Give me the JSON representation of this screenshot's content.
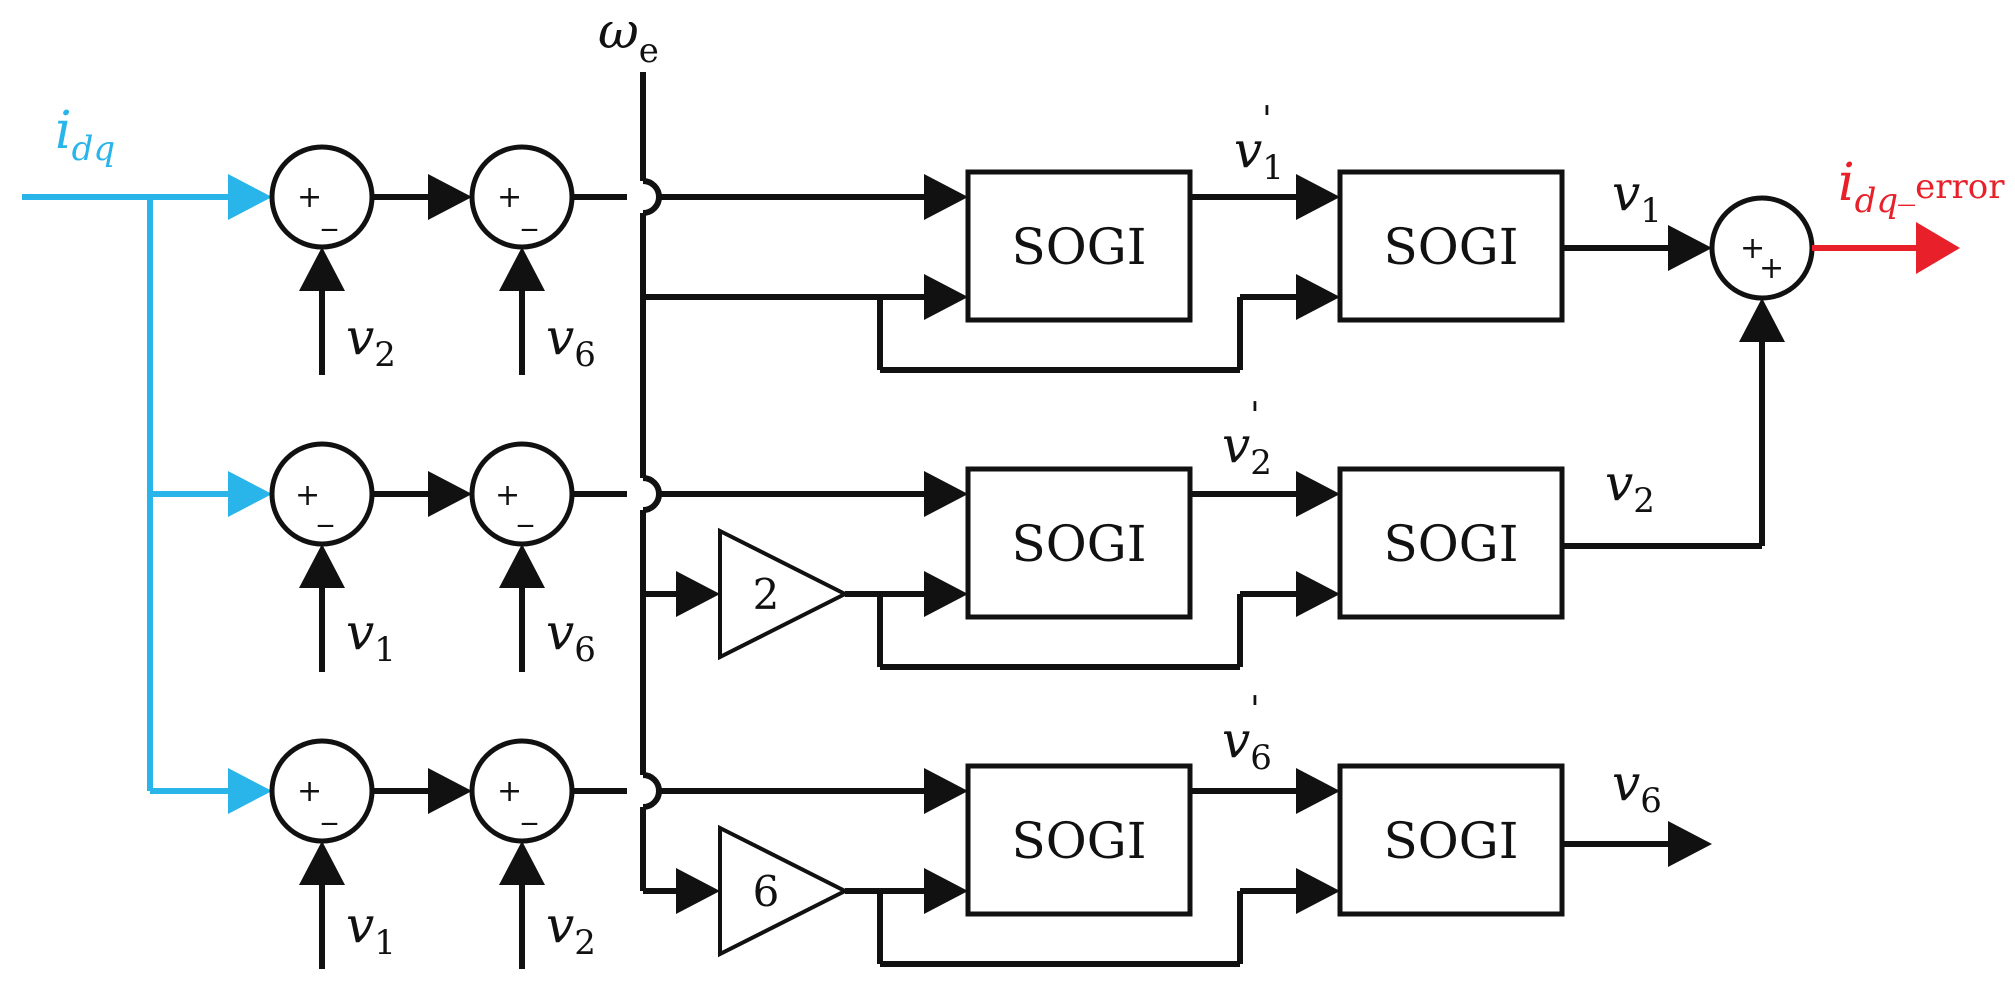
{
  "input_signal": {
    "symbol": "i",
    "subscript": "dq"
  },
  "output_signal": {
    "symbol": "i",
    "subscript": "dq",
    "suffix": "_error"
  },
  "frequency_signal": {
    "symbol": "ω",
    "subscript": "e"
  },
  "block_label": "SOGI",
  "prime_mark": "'",
  "sign_plus": "+",
  "sign_minus": "_",
  "rows": [
    {
      "sub_a": {
        "symbol": "v",
        "subscript": "2"
      },
      "sub_b": {
        "symbol": "v",
        "subscript": "6"
      },
      "intermediate": {
        "symbol": "v",
        "subscript": "1"
      },
      "output": {
        "symbol": "v",
        "subscript": "1"
      },
      "gain": ""
    },
    {
      "sub_a": {
        "symbol": "v",
        "subscript": "1"
      },
      "sub_b": {
        "symbol": "v",
        "subscript": "6"
      },
      "intermediate": {
        "symbol": "v",
        "subscript": "2"
      },
      "output": {
        "symbol": "v",
        "subscript": "2"
      },
      "gain": "2"
    },
    {
      "sub_a": {
        "symbol": "v",
        "subscript": "1"
      },
      "sub_b": {
        "symbol": "v",
        "subscript": "2"
      },
      "intermediate": {
        "symbol": "v",
        "subscript": "6"
      },
      "output": {
        "symbol": "v",
        "subscript": "6"
      },
      "gain": "6"
    }
  ],
  "colors": {
    "wire": "#111111",
    "input": "#29b5ea",
    "output": "#e8202a",
    "background": "#ffffff"
  }
}
